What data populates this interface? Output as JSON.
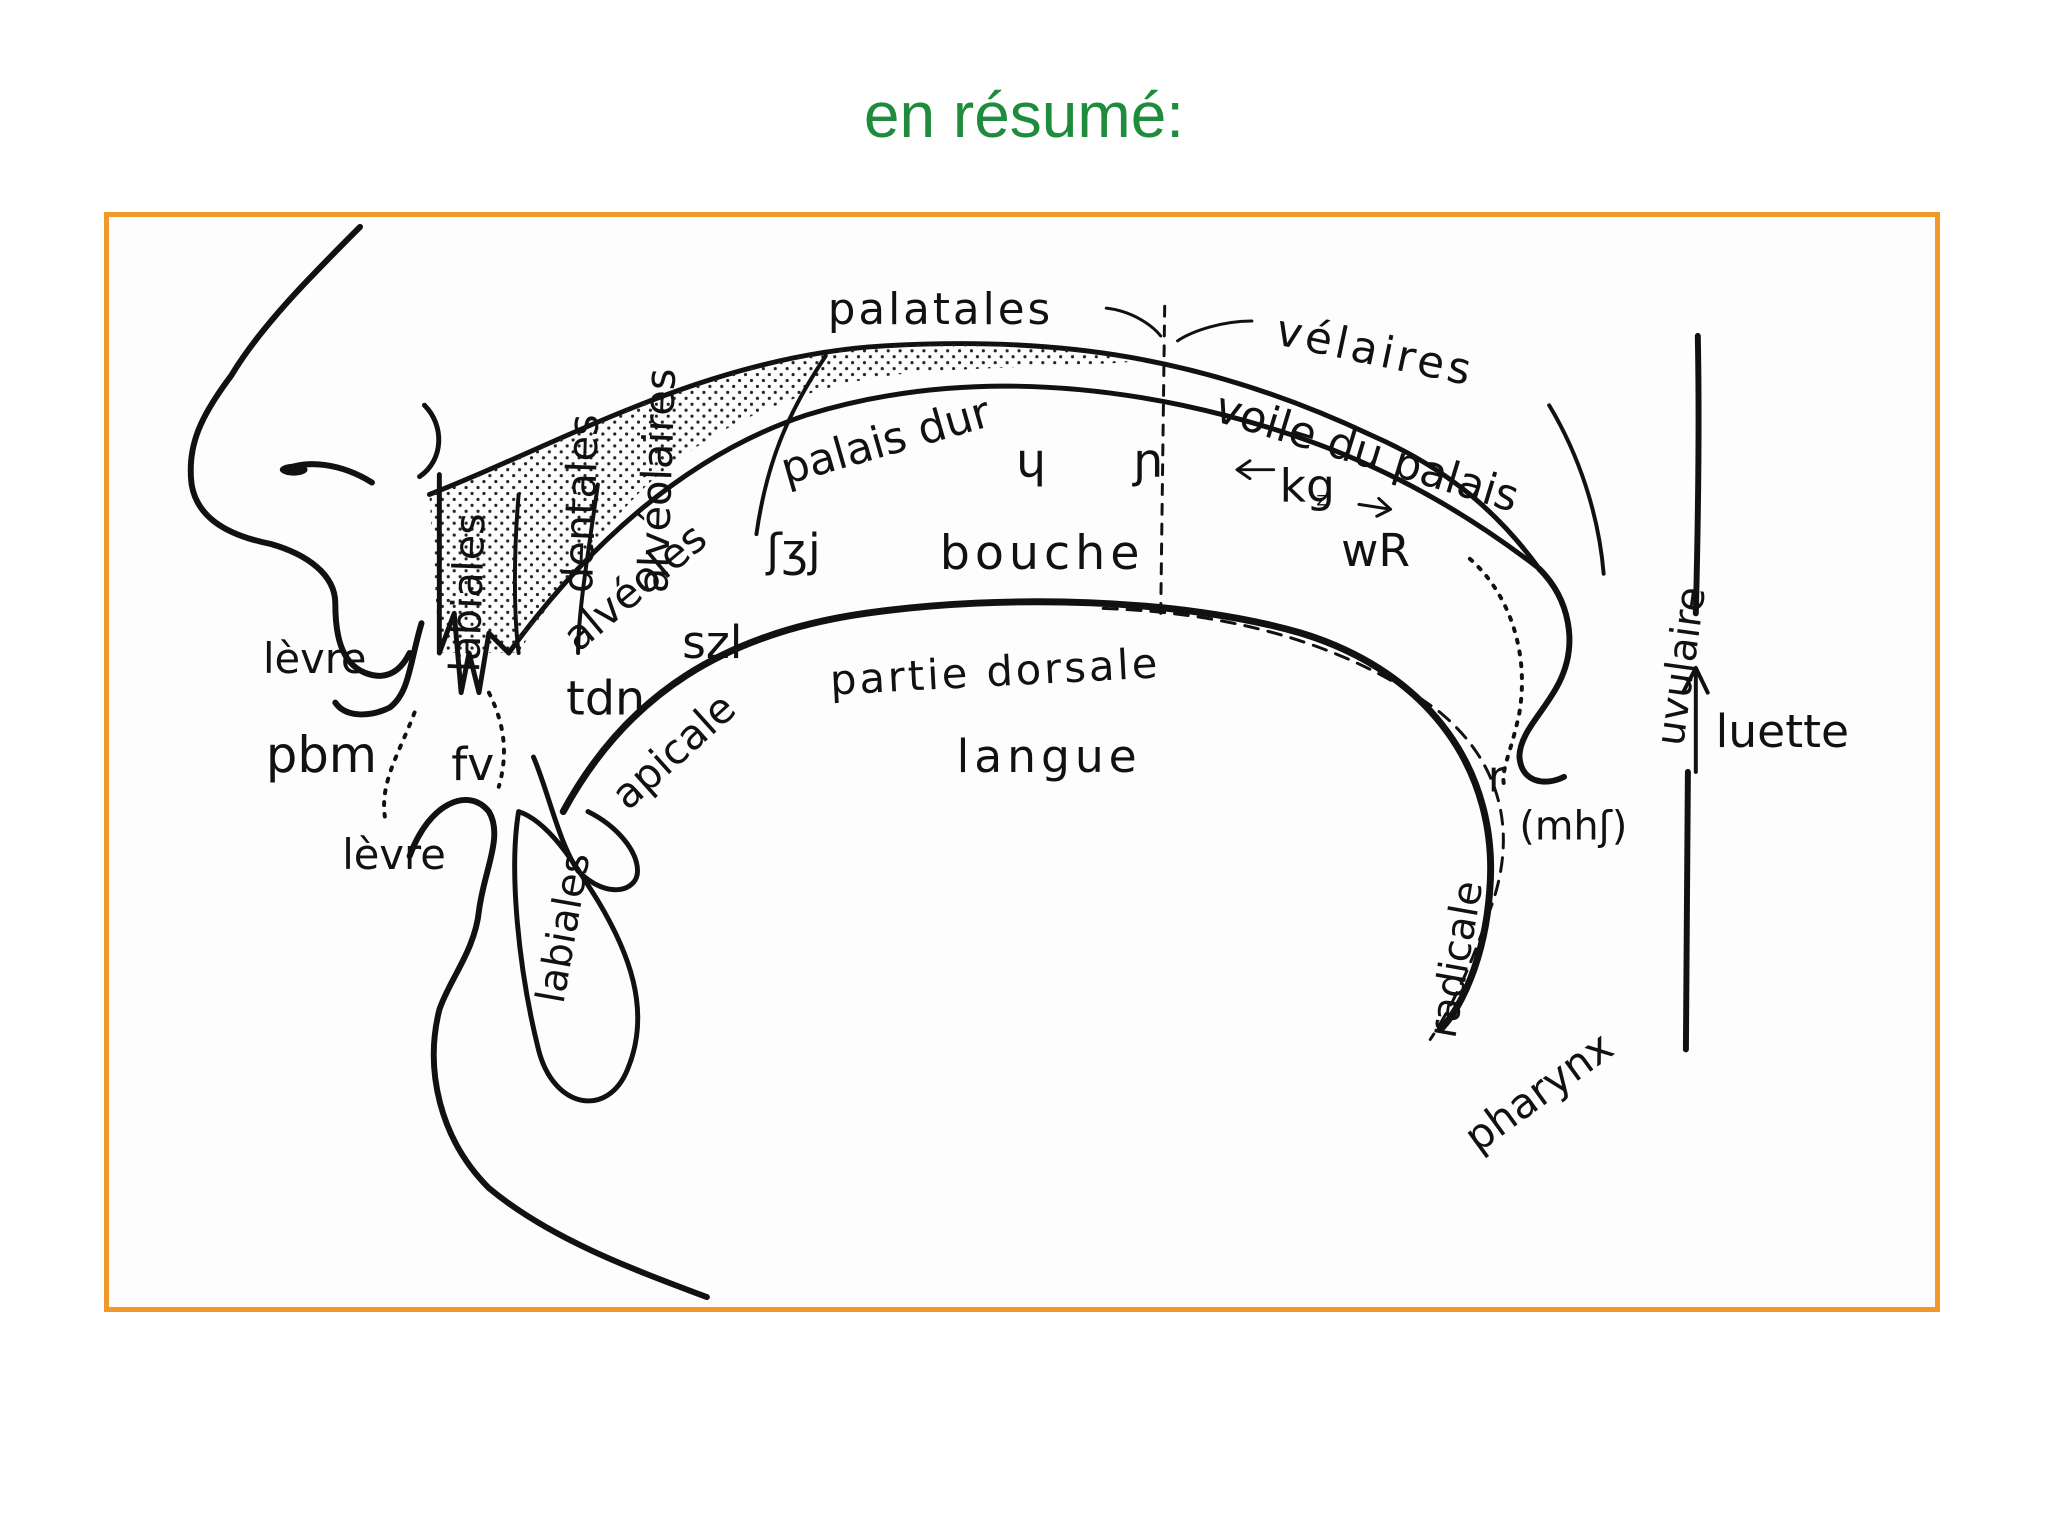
{
  "slide": {
    "title": "en résumé:",
    "title_color": "#1e8c3c",
    "frame_color": "#f0982a"
  },
  "diagram": {
    "labels": {
      "palatales": "palatales",
      "velaires": "vélaires",
      "alveolaires": "alvéolaires",
      "dentales": "dentales",
      "labiales_upper": "labiales",
      "labiales_lower": "labiales",
      "palais_dur": "palais dur",
      "voile_du_palais": "voile du palais",
      "alveoles": "alvéoles",
      "bouche": "bouche",
      "levre_upper": "lèvre",
      "levre_lower": "lèvre",
      "pbm": "pbm",
      "fv": "fv",
      "tdn": "tdn",
      "szl": "szl",
      "sh_zh_j": "ʃʒj",
      "apicale": "apicale",
      "partie_dorsale": "partie dorsale",
      "langue": "langue",
      "uvulaire": "uvulaire",
      "luette": "luette",
      "radicale": "radicale",
      "pharynx": "pharynx",
      "r_small": "r",
      "m_h_sh": "(mhʃ)",
      "phon_turned_h": "ɥ",
      "phon_palatal_n": "ɲ",
      "phon_kg": "kg",
      "phon_z": "ᶻ",
      "phon_wr": "wR"
    }
  }
}
